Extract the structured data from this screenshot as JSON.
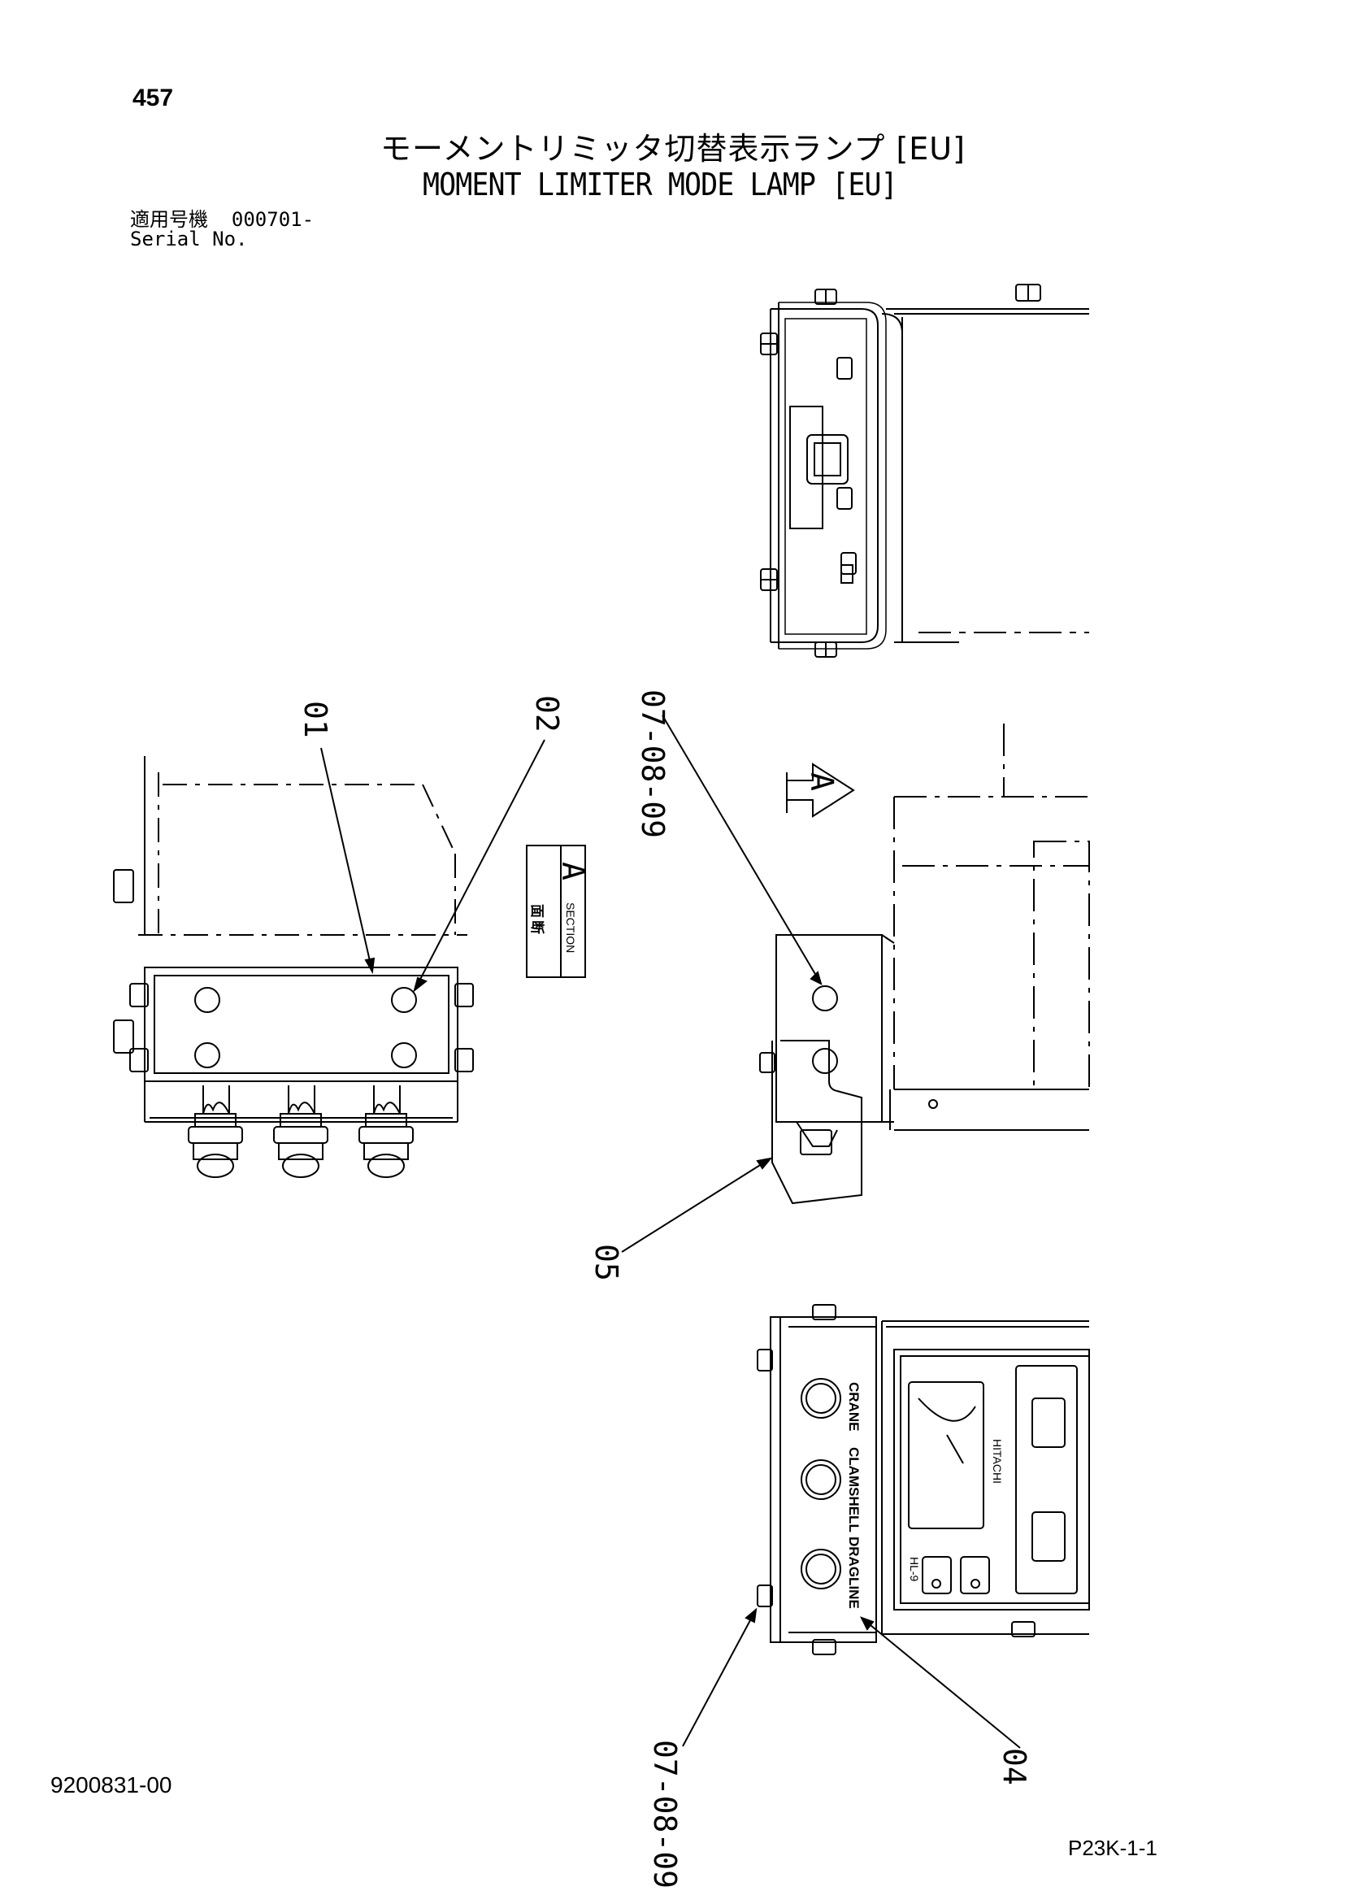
{
  "page_number": "457",
  "title_ja": "モーメントリミッタ切替表示ランプ [EU]",
  "title_en": "MOMENT LIMITER MODE LAMP [EU]",
  "serial": {
    "label_ja": "適用号機",
    "value": "000701-",
    "label_en": "Serial No."
  },
  "callouts": {
    "c01": "01",
    "c02": "02",
    "c05": "05",
    "c04": "04",
    "c07_08_09_top": "07-08-09",
    "c07_08_09_bottom": "07-08-09"
  },
  "section": {
    "letter": "A",
    "label_ja_1": "断",
    "label_ja_2": "面",
    "label_en": "SECTION"
  },
  "view_arrow_letter": "A",
  "panel_labels": {
    "crane": "CRANE",
    "clamshell": "CLAMSHELL",
    "dragline": "DRAGLINE",
    "hitachi": "HITACHI",
    "hl": "HL-9"
  },
  "drawing_number": "9200831-00",
  "page_code": "P23K-1-1"
}
